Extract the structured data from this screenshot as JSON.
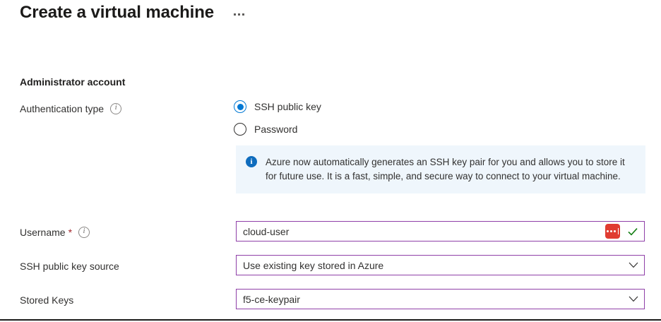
{
  "header": {
    "title": "Create a virtual machine",
    "more_menu": "more-options"
  },
  "section": {
    "heading": "Administrator account"
  },
  "fields": {
    "authentication_type": {
      "label": "Authentication type",
      "options": [
        {
          "label": "SSH public key",
          "selected": true
        },
        {
          "label": "Password",
          "selected": false
        }
      ]
    },
    "username": {
      "label": "Username",
      "required_marker": "*",
      "value": "cloud-user",
      "valid": true
    },
    "ssh_public_key_source": {
      "label": "SSH public key source",
      "value": "Use existing key stored in Azure"
    },
    "stored_keys": {
      "label": "Stored Keys",
      "value": "f5-ce-keypair"
    }
  },
  "banner": {
    "icon": "info-icon",
    "text": "Azure now automatically generates an SSH key pair for you and allows you to store it for future use. It is a fast, simple, and secure way to connect to your virtual machine."
  },
  "icons": {
    "info": "i",
    "banner_info": "i"
  },
  "colors": {
    "accent_blue": "#0078d4",
    "banner_background": "#eff6fc",
    "banner_icon": "#0f6cbd",
    "field_border": "#8f3fa8",
    "required_star": "#a4262c",
    "valid_check": "#107c10",
    "password_manager": "#e03c31",
    "title_text": "#1b1a19"
  }
}
